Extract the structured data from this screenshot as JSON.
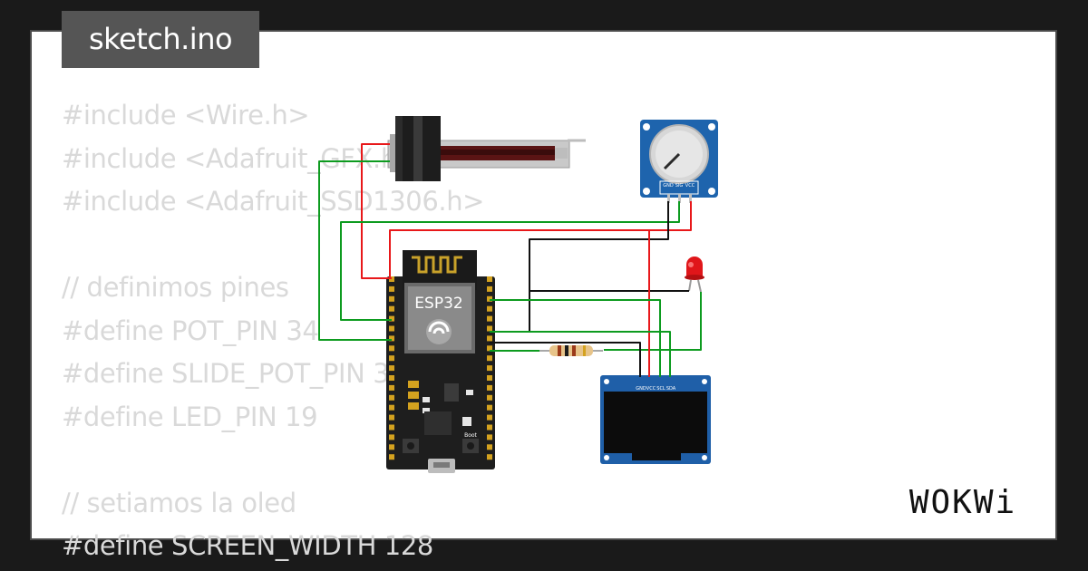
{
  "tab": {
    "filename": "sketch.ino"
  },
  "code_lines": [
    "#include <Wire.h>",
    "#include <Adafruit_GFX.h>",
    "#include <Adafruit_SSD1306.h>",
    "",
    "// definimos pines",
    "#define POT_PIN 34",
    "#define SLIDE_POT_PIN 35",
    "#define LED_PIN 19",
    "",
    "// setiamos la oled",
    "#define SCREEN_WIDTH 128"
  ],
  "board": {
    "label": "ESP32",
    "boot_label": "Boot"
  },
  "potentiometer": {
    "pins": [
      "GND",
      "SIG",
      "VCC"
    ]
  },
  "oled": {
    "pins": [
      "GND",
      "VCC",
      "SCL",
      "SDA"
    ]
  },
  "logo": {
    "text": "WOKWi"
  },
  "colors": {
    "wire_red": "#e8181a",
    "wire_green": "#0d9b1f",
    "wire_black": "#111111",
    "code_text": "#d9d9d9",
    "tab_bg": "#555555",
    "board_body": "#1e1e1e",
    "oled_pcb": "#1f5fa8",
    "pot_pcb": "#1e64ad"
  }
}
